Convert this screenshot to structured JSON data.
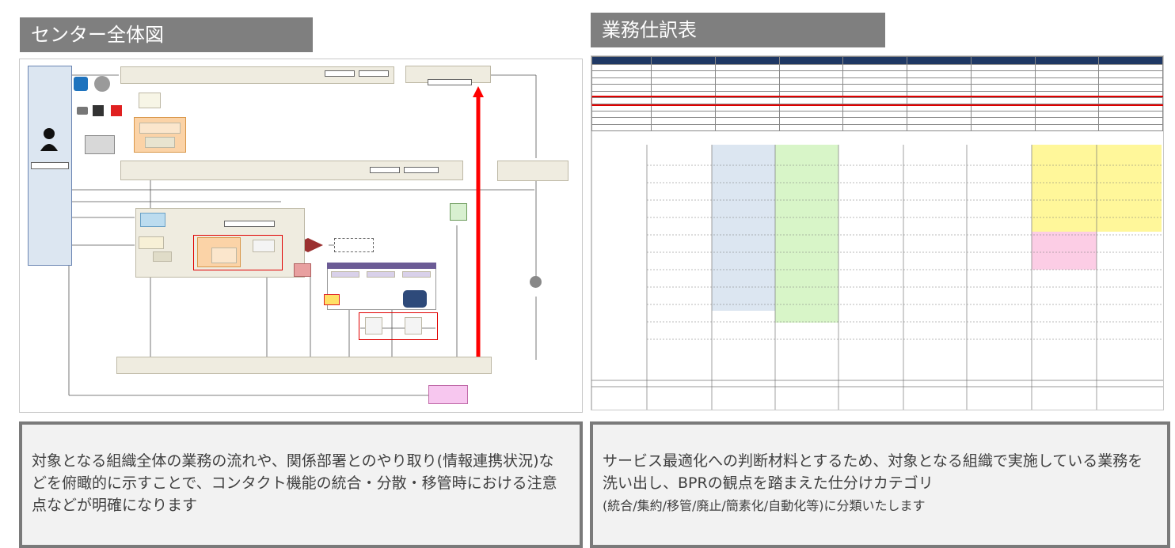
{
  "left": {
    "header": "センター全体図",
    "description": "対象となる組織全体の業務の流れや、関係部署とのやり取り(情報連携状況)などを俯瞰的に示すことで、コンタクト機能の統合・分散・移管時における注意点などが明確になります"
  },
  "right": {
    "header": "業務仕訳表",
    "description_main": "サービス最適化への判断材料とするため、対象となる組織で実施している業務を洗い出し、BPRの観点を踏まえた仕分けカテゴリ",
    "description_small": "(統合/集約/移管/廃止/簡素化/自動化等)に分類いたします"
  },
  "colors": {
    "header_bg": "#7f7f7f",
    "table_head": "#1f3864",
    "highlight_red": "#e00000",
    "cell_blue": "#dce6f1",
    "cell_green": "#d8f5c8",
    "cell_yellow": "#fff79a",
    "cell_pink": "#fccde5"
  }
}
